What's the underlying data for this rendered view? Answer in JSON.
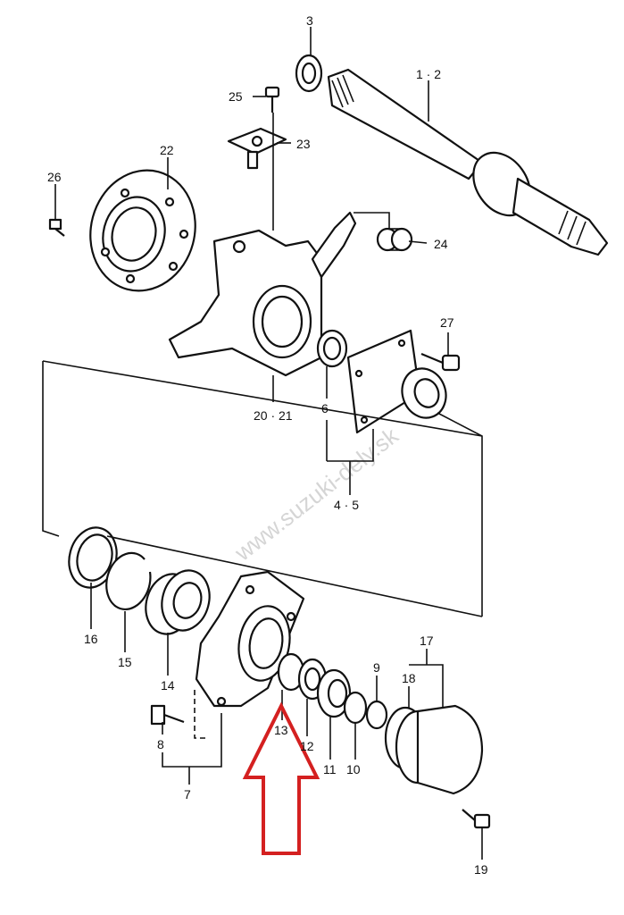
{
  "callouts": {
    "c3": "3",
    "c1_2": "1 · 2",
    "c25": "25",
    "c23": "23",
    "c22": "22",
    "c26": "26",
    "c24": "24",
    "c27": "27",
    "c20_21": "20 · 21",
    "c6": "6",
    "c4_5": "4 · 5",
    "c16": "16",
    "c15": "15",
    "c14": "14",
    "c8": "8",
    "c7": "7",
    "c13": "13",
    "c12": "12",
    "c11": "11",
    "c10": "10",
    "c9": "9",
    "c18": "18",
    "c17": "17",
    "c19": "19"
  },
  "watermark": "www.suzuki-dely.sk",
  "colors": {
    "line": "#111111",
    "highlight_arrow": "#d42020",
    "watermark": "#c8c8c8"
  }
}
